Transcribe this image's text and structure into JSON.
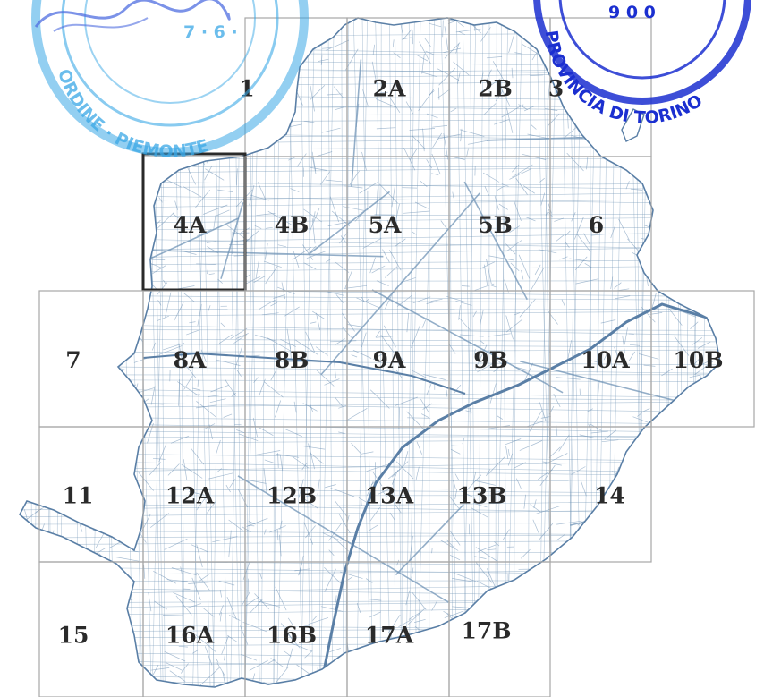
{
  "colors": {
    "streets": "#6f93b5",
    "grid": "#a7a7a7",
    "labels": "#2a2a2a",
    "highlight": "#2a2a2a",
    "stamp_left": "#3aa8e6",
    "stamp_right": "#1b2fd0"
  },
  "tiles": [
    {
      "id": "1",
      "label": "1"
    },
    {
      "id": "2A",
      "label": "2A"
    },
    {
      "id": "2B",
      "label": "2B"
    },
    {
      "id": "3",
      "label": "3"
    },
    {
      "id": "4A",
      "label": "4A",
      "selected": true
    },
    {
      "id": "4B",
      "label": "4B"
    },
    {
      "id": "5A",
      "label": "5A"
    },
    {
      "id": "5B",
      "label": "5B"
    },
    {
      "id": "6",
      "label": "6"
    },
    {
      "id": "7",
      "label": "7"
    },
    {
      "id": "8A",
      "label": "8A"
    },
    {
      "id": "8B",
      "label": "8B"
    },
    {
      "id": "9A",
      "label": "9A"
    },
    {
      "id": "9B",
      "label": "9B"
    },
    {
      "id": "10A",
      "label": "10A"
    },
    {
      "id": "10B",
      "label": "10B"
    },
    {
      "id": "11",
      "label": "11"
    },
    {
      "id": "12A",
      "label": "12A"
    },
    {
      "id": "12B",
      "label": "12B"
    },
    {
      "id": "13A",
      "label": "13A"
    },
    {
      "id": "13B",
      "label": "13B"
    },
    {
      "id": "14",
      "label": "14"
    },
    {
      "id": "15",
      "label": "15"
    },
    {
      "id": "16A",
      "label": "16A"
    },
    {
      "id": "16B",
      "label": "16B"
    },
    {
      "id": "17A",
      "label": "17A"
    },
    {
      "id": "17B",
      "label": "17B"
    }
  ],
  "stamps": {
    "left": {
      "text": "ORDINE · PIEMONTE",
      "date_text": "7 · 6 ·"
    },
    "right": {
      "text": "PROVINCIA DI TORINO",
      "digits": "9 0 0"
    }
  }
}
